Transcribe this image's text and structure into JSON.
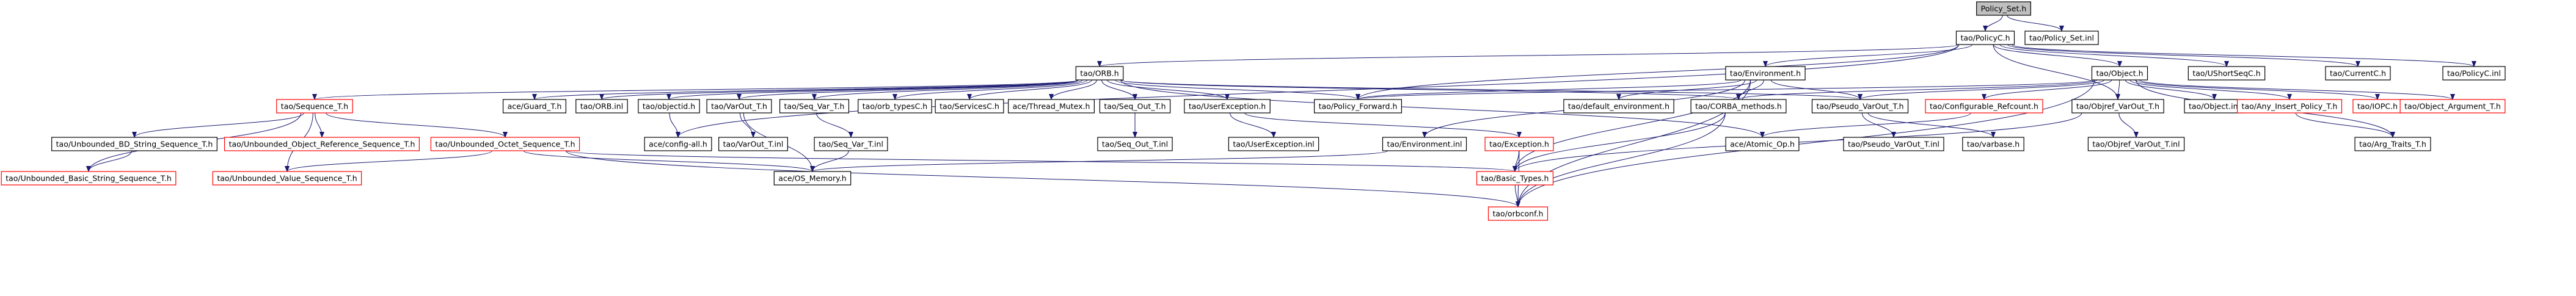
{
  "nodes": [
    {
      "id": "policy_set_h",
      "label": "Policy_Set.h",
      "style": "root"
    },
    {
      "id": "policy_set_inl",
      "label": "tao/Policy_Set.inl",
      "style": "normal"
    },
    {
      "id": "policyc_h",
      "label": "tao/PolicyC.h",
      "style": "normal"
    },
    {
      "id": "orb_h",
      "label": "tao/ORB.h",
      "style": "normal"
    },
    {
      "id": "environment_h",
      "label": "tao/Environment.h",
      "style": "normal"
    },
    {
      "id": "object_h",
      "label": "tao/Object.h",
      "style": "normal"
    },
    {
      "id": "ushortseqc_h",
      "label": "tao/UShortSeqC.h",
      "style": "normal"
    },
    {
      "id": "currentc_h",
      "label": "tao/CurrentC.h",
      "style": "normal"
    },
    {
      "id": "policyc_inl",
      "label": "tao/PolicyC.inl",
      "style": "normal"
    },
    {
      "id": "sequence_t_h",
      "label": "tao/Sequence_T.h",
      "style": "missing"
    },
    {
      "id": "guard_t_h",
      "label": "ace/Guard_T.h",
      "style": "normal"
    },
    {
      "id": "orb_inl",
      "label": "tao/ORB.inl",
      "style": "normal"
    },
    {
      "id": "objectid_h",
      "label": "tao/objectid.h",
      "style": "normal"
    },
    {
      "id": "varout_t_h",
      "label": "tao/VarOut_T.h",
      "style": "normal"
    },
    {
      "id": "seq_var_t_h",
      "label": "tao/Seq_Var_T.h",
      "style": "normal"
    },
    {
      "id": "orb_typesc_h",
      "label": "tao/orb_typesC.h",
      "style": "normal"
    },
    {
      "id": "servicesc_h",
      "label": "tao/ServicesC.h",
      "style": "normal"
    },
    {
      "id": "thread_mutex_h",
      "label": "ace/Thread_Mutex.h",
      "style": "normal"
    },
    {
      "id": "seq_out_t_h",
      "label": "tao/Seq_Out_T.h",
      "style": "normal"
    },
    {
      "id": "userexception_h",
      "label": "tao/UserException.h",
      "style": "normal"
    },
    {
      "id": "policy_forward_h",
      "label": "tao/Policy_Forward.h",
      "style": "normal"
    },
    {
      "id": "default_environment_h",
      "label": "tao/default_environment.h",
      "style": "normal"
    },
    {
      "id": "corba_methods_h",
      "label": "tao/CORBA_methods.h",
      "style": "normal"
    },
    {
      "id": "pseudo_varout_t_h",
      "label": "tao/Pseudo_VarOut_T.h",
      "style": "normal"
    },
    {
      "id": "configurable_refcount_h",
      "label": "tao/Configurable_Refcount.h",
      "style": "missing"
    },
    {
      "id": "objref_varout_t_h",
      "label": "tao/Objref_VarOut_T.h",
      "style": "normal"
    },
    {
      "id": "object_inl",
      "label": "tao/Object.inl",
      "style": "normal"
    },
    {
      "id": "any_insert_policy_t_h",
      "label": "tao/Any_Insert_Policy_T.h",
      "style": "missing"
    },
    {
      "id": "iopc_h",
      "label": "tao/IOPC.h",
      "style": "missing"
    },
    {
      "id": "object_argument_t_h",
      "label": "tao/Object_Argument_T.h",
      "style": "missing"
    },
    {
      "id": "unbounded_bd_string_sequence_t_h",
      "label": "tao/Unbounded_BD_String_Sequence_T.h",
      "style": "normal"
    },
    {
      "id": "unbounded_object_reference_sequence_t_h",
      "label": "tao/Unbounded_Object_Reference_Sequence_T.h",
      "style": "missing"
    },
    {
      "id": "unbounded_octet_sequence_t_h",
      "label": "tao/Unbounded_Octet_Sequence_T.h",
      "style": "missing"
    },
    {
      "id": "config_all_h",
      "label": "ace/config-all.h",
      "style": "normal"
    },
    {
      "id": "varout_t_inl",
      "label": "tao/VarOut_T.inl",
      "style": "normal"
    },
    {
      "id": "seq_var_t_inl",
      "label": "tao/Seq_Var_T.inl",
      "style": "normal"
    },
    {
      "id": "seq_out_t_inl",
      "label": "tao/Seq_Out_T.inl",
      "style": "normal"
    },
    {
      "id": "userexception_inl",
      "label": "tao/UserException.inl",
      "style": "normal"
    },
    {
      "id": "environment_inl",
      "label": "tao/Environment.inl",
      "style": "normal"
    },
    {
      "id": "exception_h",
      "label": "tao/Exception.h",
      "style": "missing"
    },
    {
      "id": "atomic_op_h",
      "label": "ace/Atomic_Op.h",
      "style": "normal"
    },
    {
      "id": "pseudo_varout_t_inl",
      "label": "tao/Pseudo_VarOut_T.inl",
      "style": "normal"
    },
    {
      "id": "varbase_h",
      "label": "tao/varbase.h",
      "style": "normal"
    },
    {
      "id": "objref_varout_t_inl",
      "label": "tao/Objref_VarOut_T.inl",
      "style": "normal"
    },
    {
      "id": "arg_traits_t_h",
      "label": "tao/Arg_Traits_T.h",
      "style": "normal"
    },
    {
      "id": "unbounded_basic_string_sequence_t_h",
      "label": "tao/Unbounded_Basic_String_Sequence_T.h",
      "style": "missing"
    },
    {
      "id": "unbounded_value_sequence_t_h",
      "label": "tao/Unbounded_Value_Sequence_T.h",
      "style": "missing"
    },
    {
      "id": "os_memory_h",
      "label": "ace/OS_Memory.h",
      "style": "normal"
    },
    {
      "id": "basic_types_h",
      "label": "tao/Basic_Types.h",
      "style": "missing"
    },
    {
      "id": "orbconf_h",
      "label": "tao/orbconf.h",
      "style": "missing"
    }
  ],
  "edges": [
    [
      "policy_set_h",
      "policy_set_inl"
    ],
    [
      "policy_set_h",
      "policyc_h"
    ],
    [
      "policyc_h",
      "orb_h"
    ],
    [
      "policyc_h",
      "environment_h"
    ],
    [
      "policyc_h",
      "object_h"
    ],
    [
      "policyc_h",
      "ushortseqc_h"
    ],
    [
      "policyc_h",
      "currentc_h"
    ],
    [
      "policyc_h",
      "policyc_inl"
    ],
    [
      "policyc_h",
      "policy_forward_h"
    ],
    [
      "policyc_h",
      "config_all_h"
    ],
    [
      "policyc_h",
      "objref_varout_t_h"
    ],
    [
      "orb_h",
      "sequence_t_h"
    ],
    [
      "orb_h",
      "guard_t_h"
    ],
    [
      "orb_h",
      "orb_inl"
    ],
    [
      "orb_h",
      "objectid_h"
    ],
    [
      "orb_h",
      "varout_t_h"
    ],
    [
      "orb_h",
      "seq_var_t_h"
    ],
    [
      "orb_h",
      "orb_typesc_h"
    ],
    [
      "orb_h",
      "servicesc_h"
    ],
    [
      "orb_h",
      "thread_mutex_h"
    ],
    [
      "orb_h",
      "seq_out_t_h"
    ],
    [
      "orb_h",
      "userexception_h"
    ],
    [
      "orb_h",
      "policy_forward_h"
    ],
    [
      "orb_h",
      "corba_methods_h"
    ],
    [
      "orb_h",
      "pseudo_varout_t_h"
    ],
    [
      "orb_h",
      "atomic_op_h"
    ],
    [
      "environment_h",
      "policy_forward_h"
    ],
    [
      "environment_h",
      "default_environment_h"
    ],
    [
      "environment_h",
      "corba_methods_h"
    ],
    [
      "environment_h",
      "pseudo_varout_t_h"
    ],
    [
      "environment_h",
      "environment_inl"
    ],
    [
      "environment_h",
      "basic_types_h"
    ],
    [
      "environment_h",
      "orbconf_h"
    ],
    [
      "object_h",
      "policy_forward_h"
    ],
    [
      "object_h",
      "corba_methods_h"
    ],
    [
      "object_h",
      "pseudo_varout_t_h"
    ],
    [
      "object_h",
      "configurable_refcount_h"
    ],
    [
      "object_h",
      "objref_varout_t_h"
    ],
    [
      "object_h",
      "object_inl"
    ],
    [
      "object_h",
      "any_insert_policy_t_h"
    ],
    [
      "object_h",
      "iopc_h"
    ],
    [
      "object_h",
      "object_argument_t_h"
    ],
    [
      "object_h",
      "arg_traits_t_h"
    ],
    [
      "object_h",
      "orbconf_h"
    ],
    [
      "sequence_t_h",
      "unbounded_bd_string_sequence_t_h"
    ],
    [
      "sequence_t_h",
      "unbounded_object_reference_sequence_t_h"
    ],
    [
      "sequence_t_h",
      "unbounded_octet_sequence_t_h"
    ],
    [
      "sequence_t_h",
      "unbounded_basic_string_sequence_t_h"
    ],
    [
      "sequence_t_h",
      "unbounded_value_sequence_t_h"
    ],
    [
      "unbounded_bd_string_sequence_t_h",
      "unbounded_basic_string_sequence_t_h"
    ],
    [
      "unbounded_octet_sequence_t_h",
      "unbounded_value_sequence_t_h"
    ],
    [
      "unbounded_octet_sequence_t_h",
      "os_memory_h"
    ],
    [
      "unbounded_octet_sequence_t_h",
      "basic_types_h"
    ],
    [
      "unbounded_octet_sequence_t_h",
      "orbconf_h"
    ],
    [
      "objectid_h",
      "config_all_h"
    ],
    [
      "varout_t_h",
      "varout_t_inl"
    ],
    [
      "varout_t_h",
      "os_memory_h"
    ],
    [
      "seq_var_t_h",
      "seq_var_t_inl"
    ],
    [
      "seq_var_t_inl",
      "os_memory_h"
    ],
    [
      "seq_out_t_h",
      "seq_out_t_inl"
    ],
    [
      "userexception_h",
      "userexception_inl"
    ],
    [
      "userexception_h",
      "exception_h"
    ],
    [
      "environment_inl",
      "os_memory_h"
    ],
    [
      "exception_h",
      "basic_types_h"
    ],
    [
      "exception_h",
      "orbconf_h"
    ],
    [
      "corba_methods_h",
      "basic_types_h"
    ],
    [
      "corba_methods_h",
      "orbconf_h"
    ],
    [
      "pseudo_varout_t_h",
      "pseudo_varout_t_inl"
    ],
    [
      "pseudo_varout_t_h",
      "varbase_h"
    ],
    [
      "configurable_refcount_h",
      "atomic_op_h"
    ],
    [
      "objref_varout_t_h",
      "objref_varout_t_inl"
    ],
    [
      "objref_varout_t_h",
      "basic_types_h"
    ],
    [
      "any_insert_policy_t_h",
      "arg_traits_t_h"
    ],
    [
      "basic_types_h",
      "orbconf_h"
    ]
  ]
}
